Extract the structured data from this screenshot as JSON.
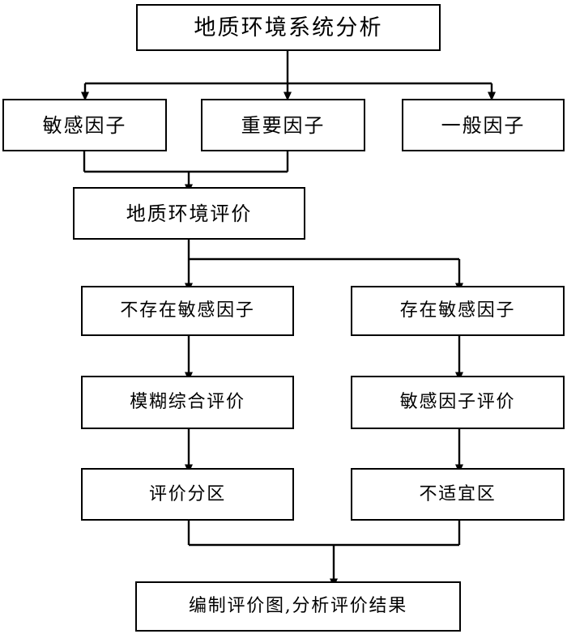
{
  "diagram": {
    "title_box": {
      "label": "地质环境系统分析"
    },
    "factor_row": [
      {
        "label": "敏感因子"
      },
      {
        "label": "重要因子"
      },
      {
        "label": "一般因子"
      }
    ],
    "evaluation_box": {
      "label": "地质环境评价"
    },
    "branch_row": [
      {
        "label": "不存在敏感因子"
      },
      {
        "label": "存在敏感因子"
      }
    ],
    "method_row": [
      {
        "label": "模糊综合评价"
      },
      {
        "label": "敏感因子评价"
      }
    ],
    "result_row": [
      {
        "label": "评价分区"
      },
      {
        "label": "不适宜区"
      }
    ],
    "final_box": {
      "label": "编制评价图,分析评价结果"
    },
    "colors": {
      "stroke": "#000000",
      "fill": "#ffffff",
      "text": "#000000"
    }
  }
}
